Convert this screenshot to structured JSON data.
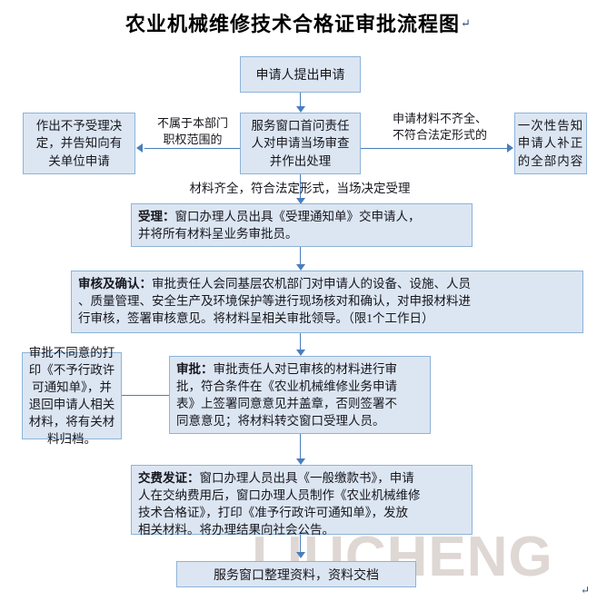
{
  "document": {
    "title": "农业机械维修技术合格证审批流程图",
    "title_mark": "↵",
    "end_mark": "↵",
    "watermark": "LIUCHENG"
  },
  "theme": {
    "box_fill": "#dce6f2",
    "box_border": "#8db3d9",
    "connector": "#4a7ebb",
    "text": "#16161d",
    "watermark_color": "#ded7d4"
  },
  "nodes": {
    "apply": {
      "label": "申请人提出申请"
    },
    "reject": {
      "label": "作出不予受理决\n定，并告知向有\n关单位申请"
    },
    "first_ask": {
      "label": "服务窗口首问责任\n人对申请当场审查\n并作出处理"
    },
    "notify_once": {
      "label": "一次性告知\n申请人补正\n的全部内容"
    },
    "accept": {
      "lead": "受理：",
      "body": "窗口办理人员出具《受理通知单》交申请人，\n并将所有材料呈业务审批员。"
    },
    "review_confirm": {
      "lead": "审核及确认：",
      "body": "审批责任人会同基层农机部门对申请人的设备、设施、人员\n、质量管理、安全生产及环境保护等进行现场核对和确认，对申报材料进\n行审核，签署审核意见。将材料呈相关审批领导。（限1个工作日）"
    },
    "disagree": {
      "label": "审批不同意的打\n印《不予行政许\n可通知单》，并\n退回申请人相关\n材料，将有关材\n料归档。"
    },
    "approve": {
      "lead": "审批：",
      "body": "审批责任人对已审核的材料进行审\n批，符合条件在《农业机械维修业务申请\n表》上签署同意意见并盖章，否则签署不\n同意意见；将材料转交窗口受理人员。"
    },
    "pay_issue": {
      "lead": "交费发证：",
      "body": "窗口办理人员出具《一般缴款书》，申请\n人在交纳费用后，窗口办理人员制作《农业机械维修\n技术合格证》，打印《准予行政许可通知单》，发放\n相关材料。将办理结果向社会公告。"
    },
    "archive": {
      "label": "服务窗口整理资料，资料交档"
    }
  },
  "edges": {
    "not_in_scope": "不属于本部门\n职权范围的",
    "incomplete": "申请材料不齐全、\n不符合法定形式的",
    "complete": "材料齐全，符合法定形式，当场决定受理"
  }
}
